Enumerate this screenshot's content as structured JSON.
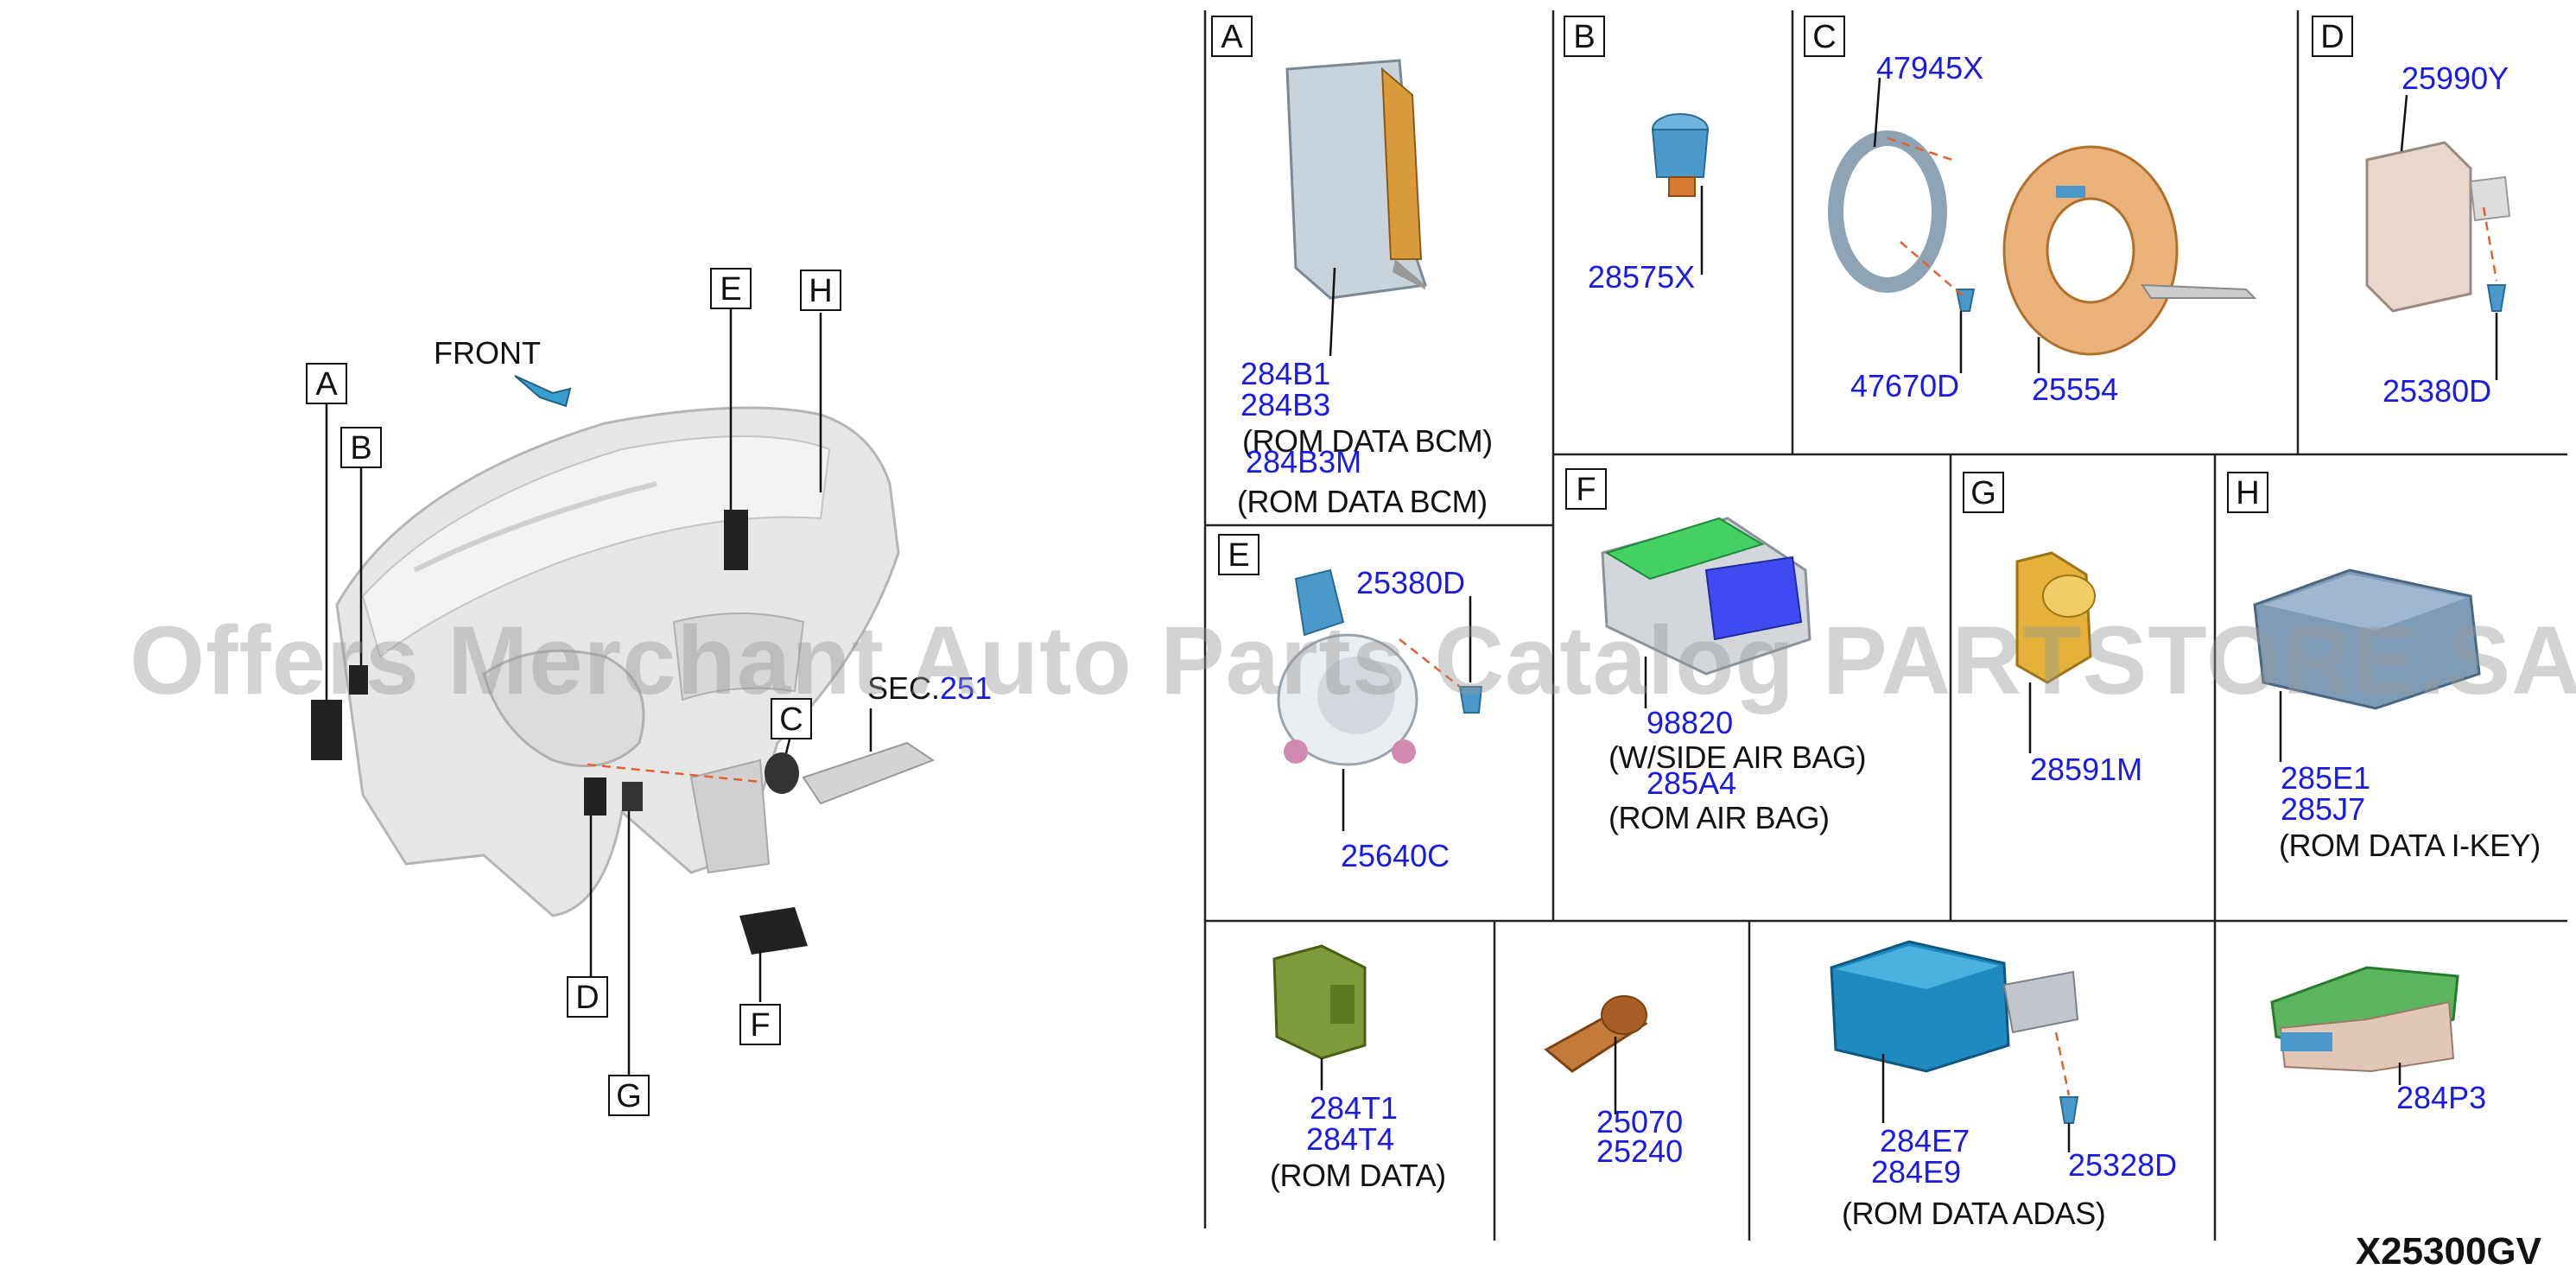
{
  "overview": {
    "front_label": "FRONT",
    "sec_label_prefix": "SEC.",
    "sec_label_number": "251",
    "callouts": [
      "A",
      "B",
      "C",
      "D",
      "E",
      "F",
      "G",
      "H"
    ]
  },
  "panels": {
    "A": {
      "letter": "A",
      "parts": [
        "284B1",
        "284B3"
      ],
      "note1": "(ROM DATA BCM)",
      "part3": "284B3M",
      "note2": "(ROM DATA BCM)"
    },
    "B": {
      "letter": "B",
      "parts": [
        "28575X"
      ]
    },
    "C": {
      "letter": "C",
      "parts": [
        "47945X",
        "47670D",
        "25554"
      ]
    },
    "D": {
      "letter": "D",
      "parts": [
        "25990Y",
        "25380D"
      ]
    },
    "E": {
      "letter": "E",
      "parts": [
        "25380D",
        "25640C"
      ]
    },
    "F": {
      "letter": "F",
      "parts": [
        "98820",
        "285A4"
      ],
      "note1": "(W/SIDE AIR BAG)",
      "note2": "(ROM AIR BAG)"
    },
    "G": {
      "letter": "G",
      "parts": [
        "28591M"
      ]
    },
    "H": {
      "letter": "H",
      "parts": [
        "285E1",
        "285J7"
      ],
      "note": "(ROM DATA I-KEY)"
    },
    "R1": {
      "parts": [
        "284T1",
        "284T4"
      ],
      "note": "(ROM DATA)"
    },
    "R2": {
      "parts": [
        "25070",
        "25240"
      ]
    },
    "R3": {
      "parts": [
        "284E7",
        "284E9",
        "25328D"
      ],
      "note": "(ROM DATA ADAS)"
    },
    "R4": {
      "parts": [
        "284P3"
      ]
    }
  },
  "watermark": "Offers Merchant Auto Parts Catalog PARTSTORE.SA",
  "diagram_code": "X25300GV",
  "colors": {
    "part_number": "#1a1ae6",
    "line": "#111111",
    "leader_dashed": "#e06030"
  }
}
